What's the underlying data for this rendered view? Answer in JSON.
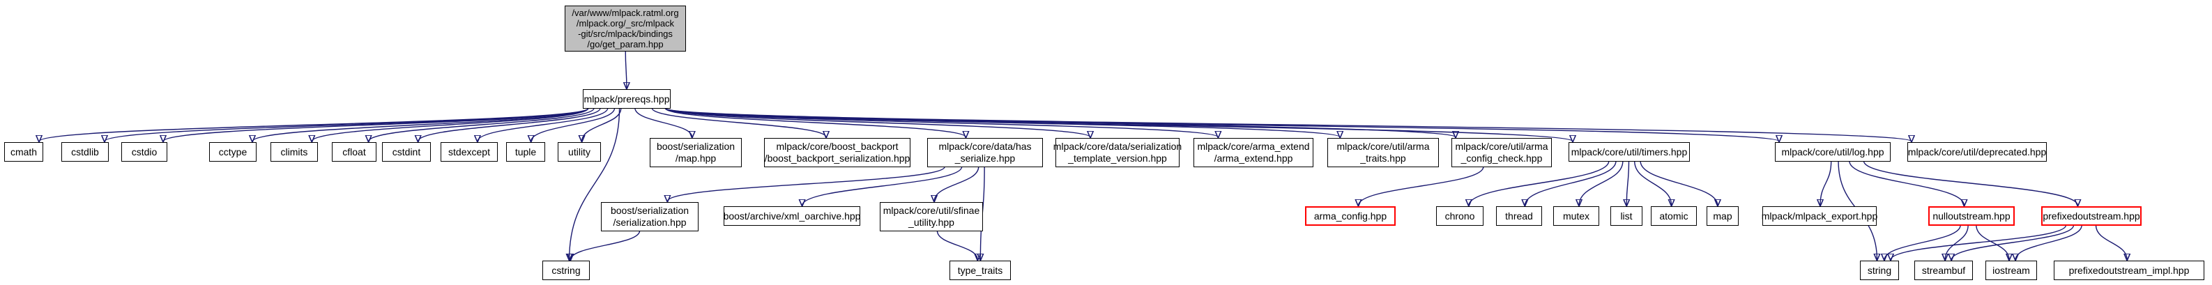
{
  "graph": {
    "description": "include dependency graph",
    "colors": {
      "edge": "#191970",
      "node_border": "#000000",
      "node_fill": "#ffffff",
      "root_fill": "#bfbfbf",
      "truncated_border": "#ff0000"
    },
    "nodes": {
      "root": {
        "label": "/var/www/mlpack.ratml.org\n/mlpack.org/_src/mlpack\n-git/src/mlpack/bindings\n/go/get_param.hpp",
        "type": "current-file"
      },
      "prereqs": {
        "label": "mlpack/prereqs.hpp",
        "type": "header"
      },
      "cmath": {
        "label": "cmath",
        "type": "system-header"
      },
      "cstdlib": {
        "label": "cstdlib",
        "type": "system-header"
      },
      "cstdio": {
        "label": "cstdio",
        "type": "system-header"
      },
      "cctype": {
        "label": "cctype",
        "type": "system-header"
      },
      "climits": {
        "label": "climits",
        "type": "system-header"
      },
      "cfloat": {
        "label": "cfloat",
        "type": "system-header"
      },
      "cstdint": {
        "label": "cstdint",
        "type": "system-header"
      },
      "stdexcept": {
        "label": "stdexcept",
        "type": "system-header"
      },
      "tuple": {
        "label": "tuple",
        "type": "system-header"
      },
      "utility": {
        "label": "utility",
        "type": "system-header"
      },
      "boost_ser_map": {
        "label": "boost/serialization\n/map.hpp",
        "type": "header"
      },
      "boost_backport": {
        "label": "mlpack/core/boost_backport\n/boost_backport_serialization.hpp",
        "type": "header"
      },
      "has_serialize": {
        "label": "mlpack/core/data/has\n_serialize.hpp",
        "type": "header"
      },
      "ser_template_version": {
        "label": "mlpack/core/data/serialization\n_template_version.hpp",
        "type": "header"
      },
      "arma_extend": {
        "label": "mlpack/core/arma_extend\n/arma_extend.hpp",
        "type": "header"
      },
      "arma_traits": {
        "label": "mlpack/core/util/arma\n_traits.hpp",
        "type": "header"
      },
      "arma_config_check": {
        "label": "mlpack/core/util/arma\n_config_check.hpp",
        "type": "header"
      },
      "timers": {
        "label": "mlpack/core/util/timers.hpp",
        "type": "header"
      },
      "log": {
        "label": "mlpack/core/util/log.hpp",
        "type": "header"
      },
      "deprecated": {
        "label": "mlpack/core/util/deprecated.hpp",
        "type": "header"
      },
      "boost_serialization": {
        "label": "boost/serialization\n/serialization.hpp",
        "type": "header"
      },
      "xml_oarchive": {
        "label": "boost/archive/xml_oarchive.hpp",
        "type": "header"
      },
      "sfinae_utility": {
        "label": "mlpack/core/util/sfinae\n_utility.hpp",
        "type": "header"
      },
      "arma_config": {
        "label": "arma_config.hpp",
        "type": "truncated"
      },
      "chrono": {
        "label": "chrono",
        "type": "system-header"
      },
      "thread": {
        "label": "thread",
        "type": "system-header"
      },
      "mutex": {
        "label": "mutex",
        "type": "system-header"
      },
      "list": {
        "label": "list",
        "type": "system-header"
      },
      "atomic": {
        "label": "atomic",
        "type": "system-header"
      },
      "map": {
        "label": "map",
        "type": "system-header"
      },
      "mlpack_export": {
        "label": "mlpack/mlpack_export.hpp",
        "type": "header"
      },
      "nulloutstream": {
        "label": "nulloutstream.hpp",
        "type": "truncated"
      },
      "prefixedoutstream": {
        "label": "prefixedoutstream.hpp",
        "type": "truncated"
      },
      "cstring": {
        "label": "cstring",
        "type": "system-header"
      },
      "type_traits": {
        "label": "type_traits",
        "type": "system-header"
      },
      "string": {
        "label": "string",
        "type": "system-header"
      },
      "streambuf": {
        "label": "streambuf",
        "type": "system-header"
      },
      "iostream": {
        "label": "iostream",
        "type": "system-header"
      },
      "prefixedoutstream_impl": {
        "label": "prefixedoutstream_impl.hpp",
        "type": "header"
      }
    },
    "edges": [
      [
        "root",
        "prereqs"
      ],
      [
        "prereqs",
        "cmath"
      ],
      [
        "prereqs",
        "cstdlib"
      ],
      [
        "prereqs",
        "cstdio"
      ],
      [
        "prereqs",
        "cctype"
      ],
      [
        "prereqs",
        "climits"
      ],
      [
        "prereqs",
        "cfloat"
      ],
      [
        "prereqs",
        "cstdint"
      ],
      [
        "prereqs",
        "cstring"
      ],
      [
        "prereqs",
        "stdexcept"
      ],
      [
        "prereqs",
        "tuple"
      ],
      [
        "prereqs",
        "utility"
      ],
      [
        "prereqs",
        "boost_ser_map"
      ],
      [
        "prereqs",
        "boost_backport"
      ],
      [
        "prereqs",
        "has_serialize"
      ],
      [
        "prereqs",
        "ser_template_version"
      ],
      [
        "prereqs",
        "arma_extend"
      ],
      [
        "prereqs",
        "arma_traits"
      ],
      [
        "prereqs",
        "arma_config_check"
      ],
      [
        "prereqs",
        "timers"
      ],
      [
        "prereqs",
        "log"
      ],
      [
        "prereqs",
        "deprecated"
      ],
      [
        "has_serialize",
        "boost_serialization"
      ],
      [
        "has_serialize",
        "xml_oarchive"
      ],
      [
        "has_serialize",
        "sfinae_utility"
      ],
      [
        "has_serialize",
        "type_traits"
      ],
      [
        "sfinae_utility",
        "type_traits"
      ],
      [
        "boost_serialization",
        "cstring"
      ],
      [
        "arma_config_check",
        "arma_config"
      ],
      [
        "timers",
        "chrono"
      ],
      [
        "timers",
        "thread"
      ],
      [
        "timers",
        "mutex"
      ],
      [
        "timers",
        "list"
      ],
      [
        "timers",
        "atomic"
      ],
      [
        "timers",
        "map"
      ],
      [
        "log",
        "string"
      ],
      [
        "log",
        "mlpack_export"
      ],
      [
        "log",
        "nulloutstream"
      ],
      [
        "log",
        "prefixedoutstream"
      ],
      [
        "nulloutstream",
        "iostream"
      ],
      [
        "nulloutstream",
        "streambuf"
      ],
      [
        "nulloutstream",
        "string"
      ],
      [
        "prefixedoutstream",
        "iostream"
      ],
      [
        "prefixedoutstream",
        "streambuf"
      ],
      [
        "prefixedoutstream",
        "string"
      ],
      [
        "prefixedoutstream",
        "prefixedoutstream_impl"
      ]
    ]
  }
}
